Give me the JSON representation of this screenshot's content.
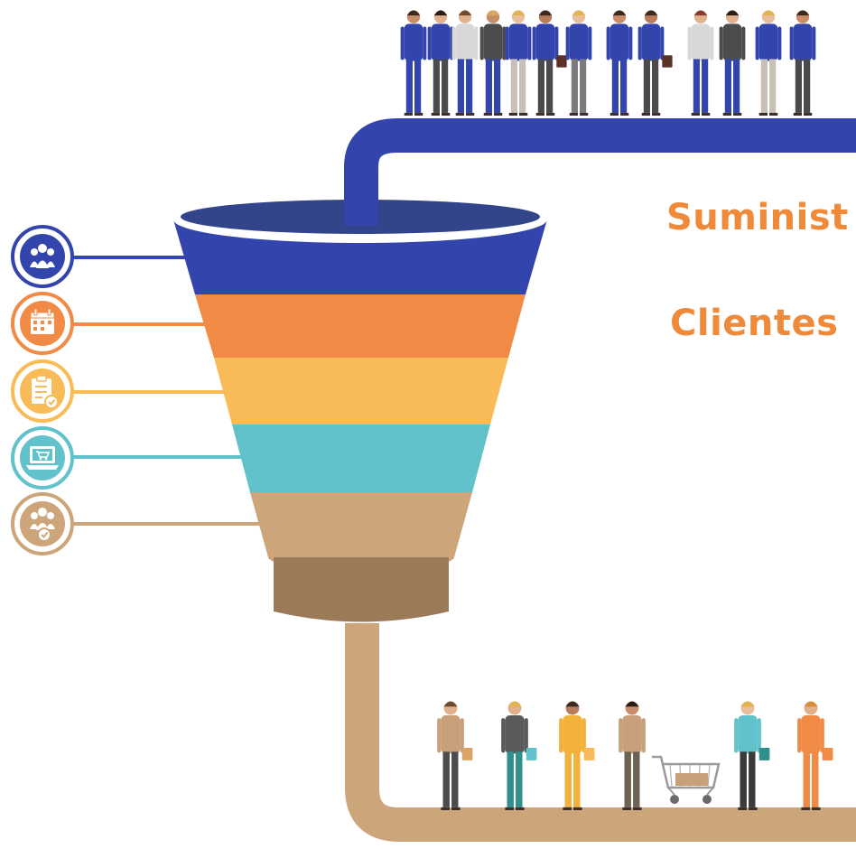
{
  "labels": {
    "top": "Suminist",
    "bottom": "Clientes"
  },
  "colors": {
    "blue": "#3345ad",
    "orange": "#f08a45",
    "yellow": "#f9bb58",
    "teal": "#62c2cb",
    "tan": "#cda57b",
    "brown": "#9b7a58",
    "text_orange": "#ef8a3b"
  },
  "icons": [
    {
      "name": "team-icon",
      "color": "#3345ad"
    },
    {
      "name": "calendar-icon",
      "color": "#f08a45"
    },
    {
      "name": "checklist-icon",
      "color": "#f9bb58"
    },
    {
      "name": "laptop-cart-icon",
      "color": "#62c2cb"
    },
    {
      "name": "approved-group-icon",
      "color": "#cda57b"
    }
  ],
  "top_crowd": [
    "person-1",
    "person-2",
    "person-3",
    "person-4",
    "person-5",
    "person-6",
    "person-7",
    "person-8",
    "person-9",
    "person-10",
    "person-11",
    "person-12",
    "person-13",
    "person-14",
    "person-15",
    "person-16"
  ],
  "bottom_crowd": [
    "shopper-1",
    "shopper-2",
    "shopper-3",
    "shopper-4",
    "shopper-5",
    "shopper-6"
  ]
}
